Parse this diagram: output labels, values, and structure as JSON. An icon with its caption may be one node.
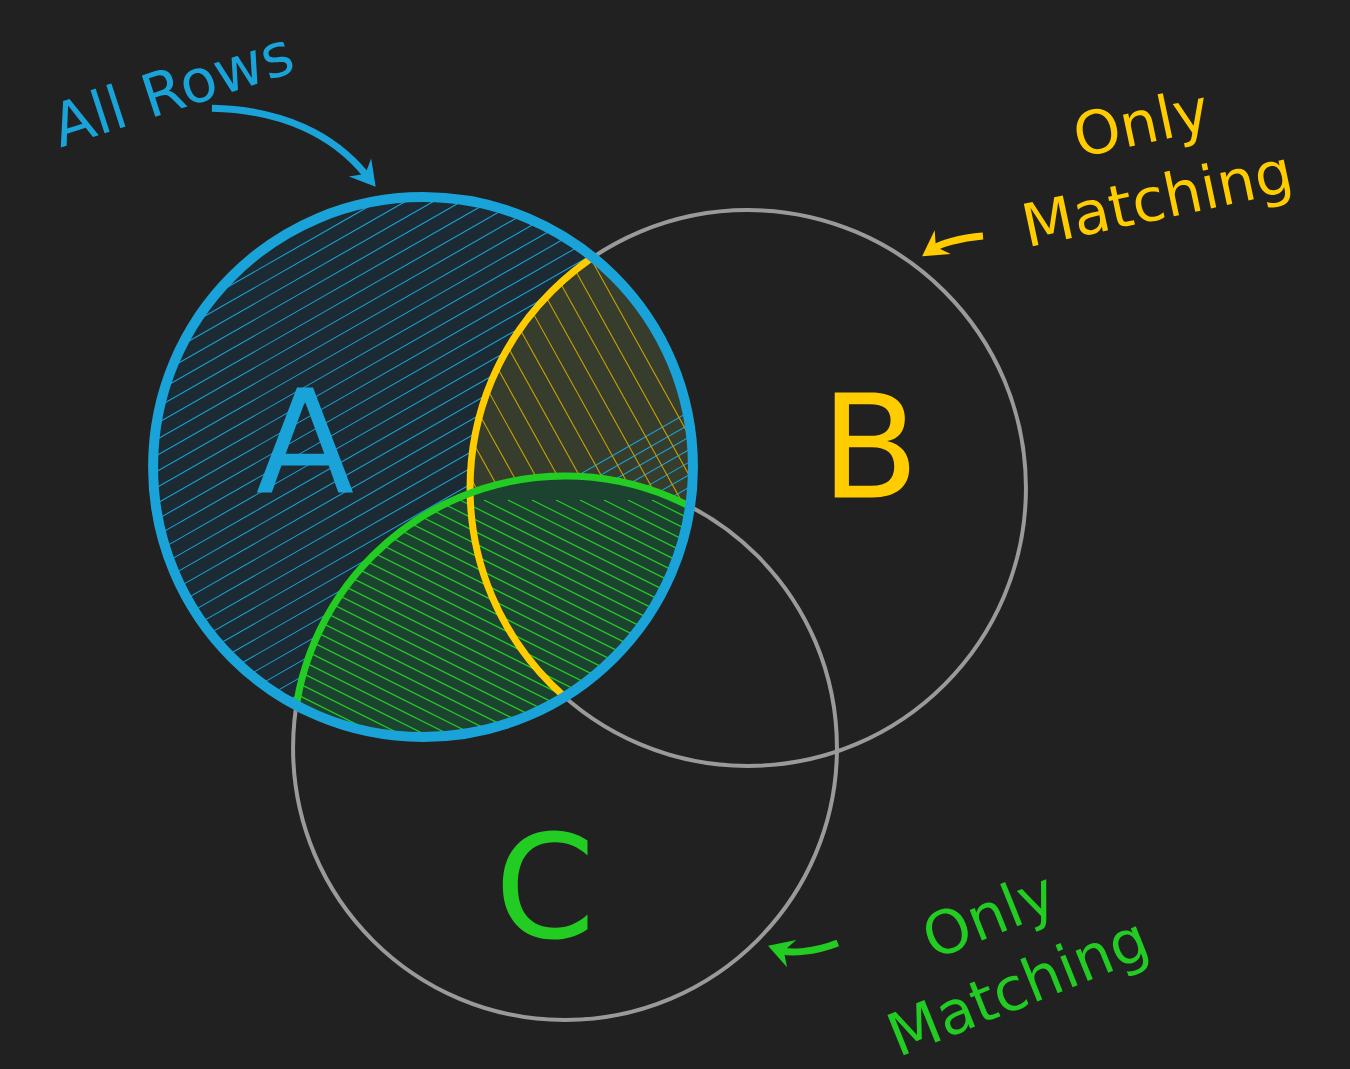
{
  "diagram": {
    "nodes": [
      {
        "text": [
          "All Rows"
        ]
      },
      {
        "text": [
          "Only Matching"
        ]
      },
      {
        "text": [
          "A"
        ]
      },
      {
        "text": [
          "B"
        ]
      },
      {
        "text": [
          "C"
        ]
      },
      {
        "text": [
          "Only Matching"
        ]
      }
    ],
    "edges": [
      {
        "from": 0,
        "to": 2,
        "arrow": "to",
        "color": "#1aa3d9"
      },
      {
        "from": 1,
        "to": 3,
        "arrow": "to",
        "color": "#ffcc00"
      },
      {
        "from": 5,
        "to": 4,
        "arrow": "to",
        "color": "#22cc22"
      }
    ]
  }
}
